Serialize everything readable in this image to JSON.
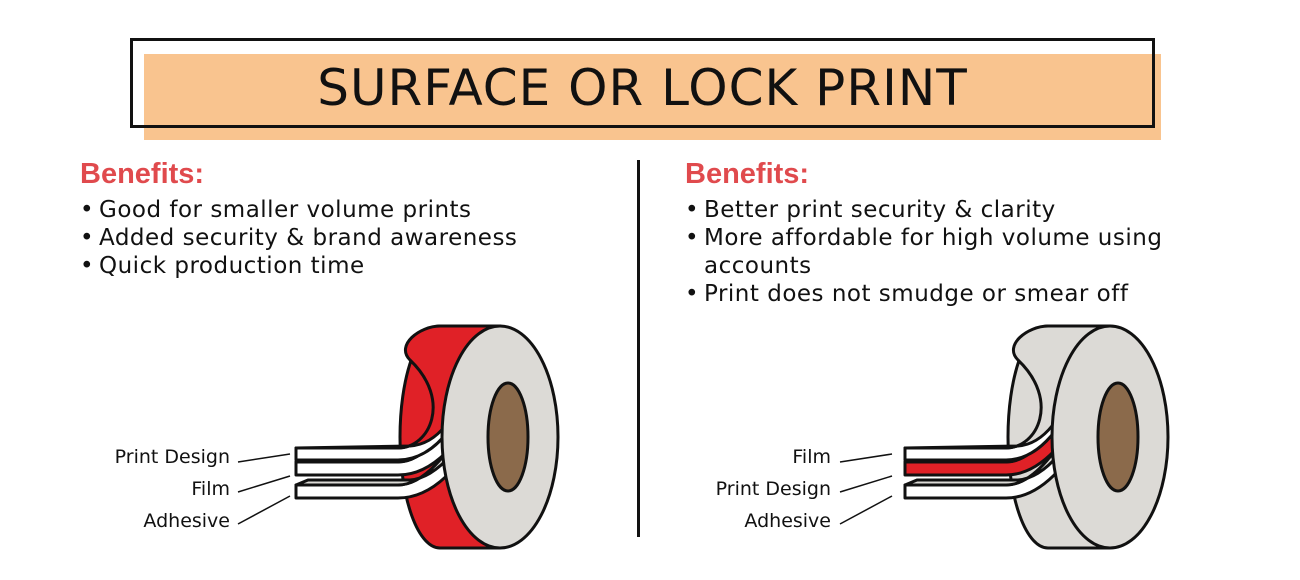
{
  "title": "SURFACE OR LOCK PRINT",
  "left": {
    "benefits_title": "Benefits:",
    "items": [
      "Good for smaller volume prints",
      "Added security & brand awareness",
      "Quick production time"
    ],
    "layers": [
      "Print Design",
      "Film",
      "Adhesive"
    ]
  },
  "right": {
    "benefits_title": "Benefits:",
    "items": [
      "Better print security & clarity",
      "More affordable for high volume using accounts",
      "Print does not smudge or smear off"
    ],
    "layers": [
      "Film",
      "Print Design",
      "Adhesive"
    ]
  },
  "colors": {
    "accent_red": "#e02127",
    "heading_red": "#e04a4d",
    "banner_orange": "#f9c48f",
    "roll_gray": "#dcdad6",
    "core_brown": "#8b6a4b"
  }
}
